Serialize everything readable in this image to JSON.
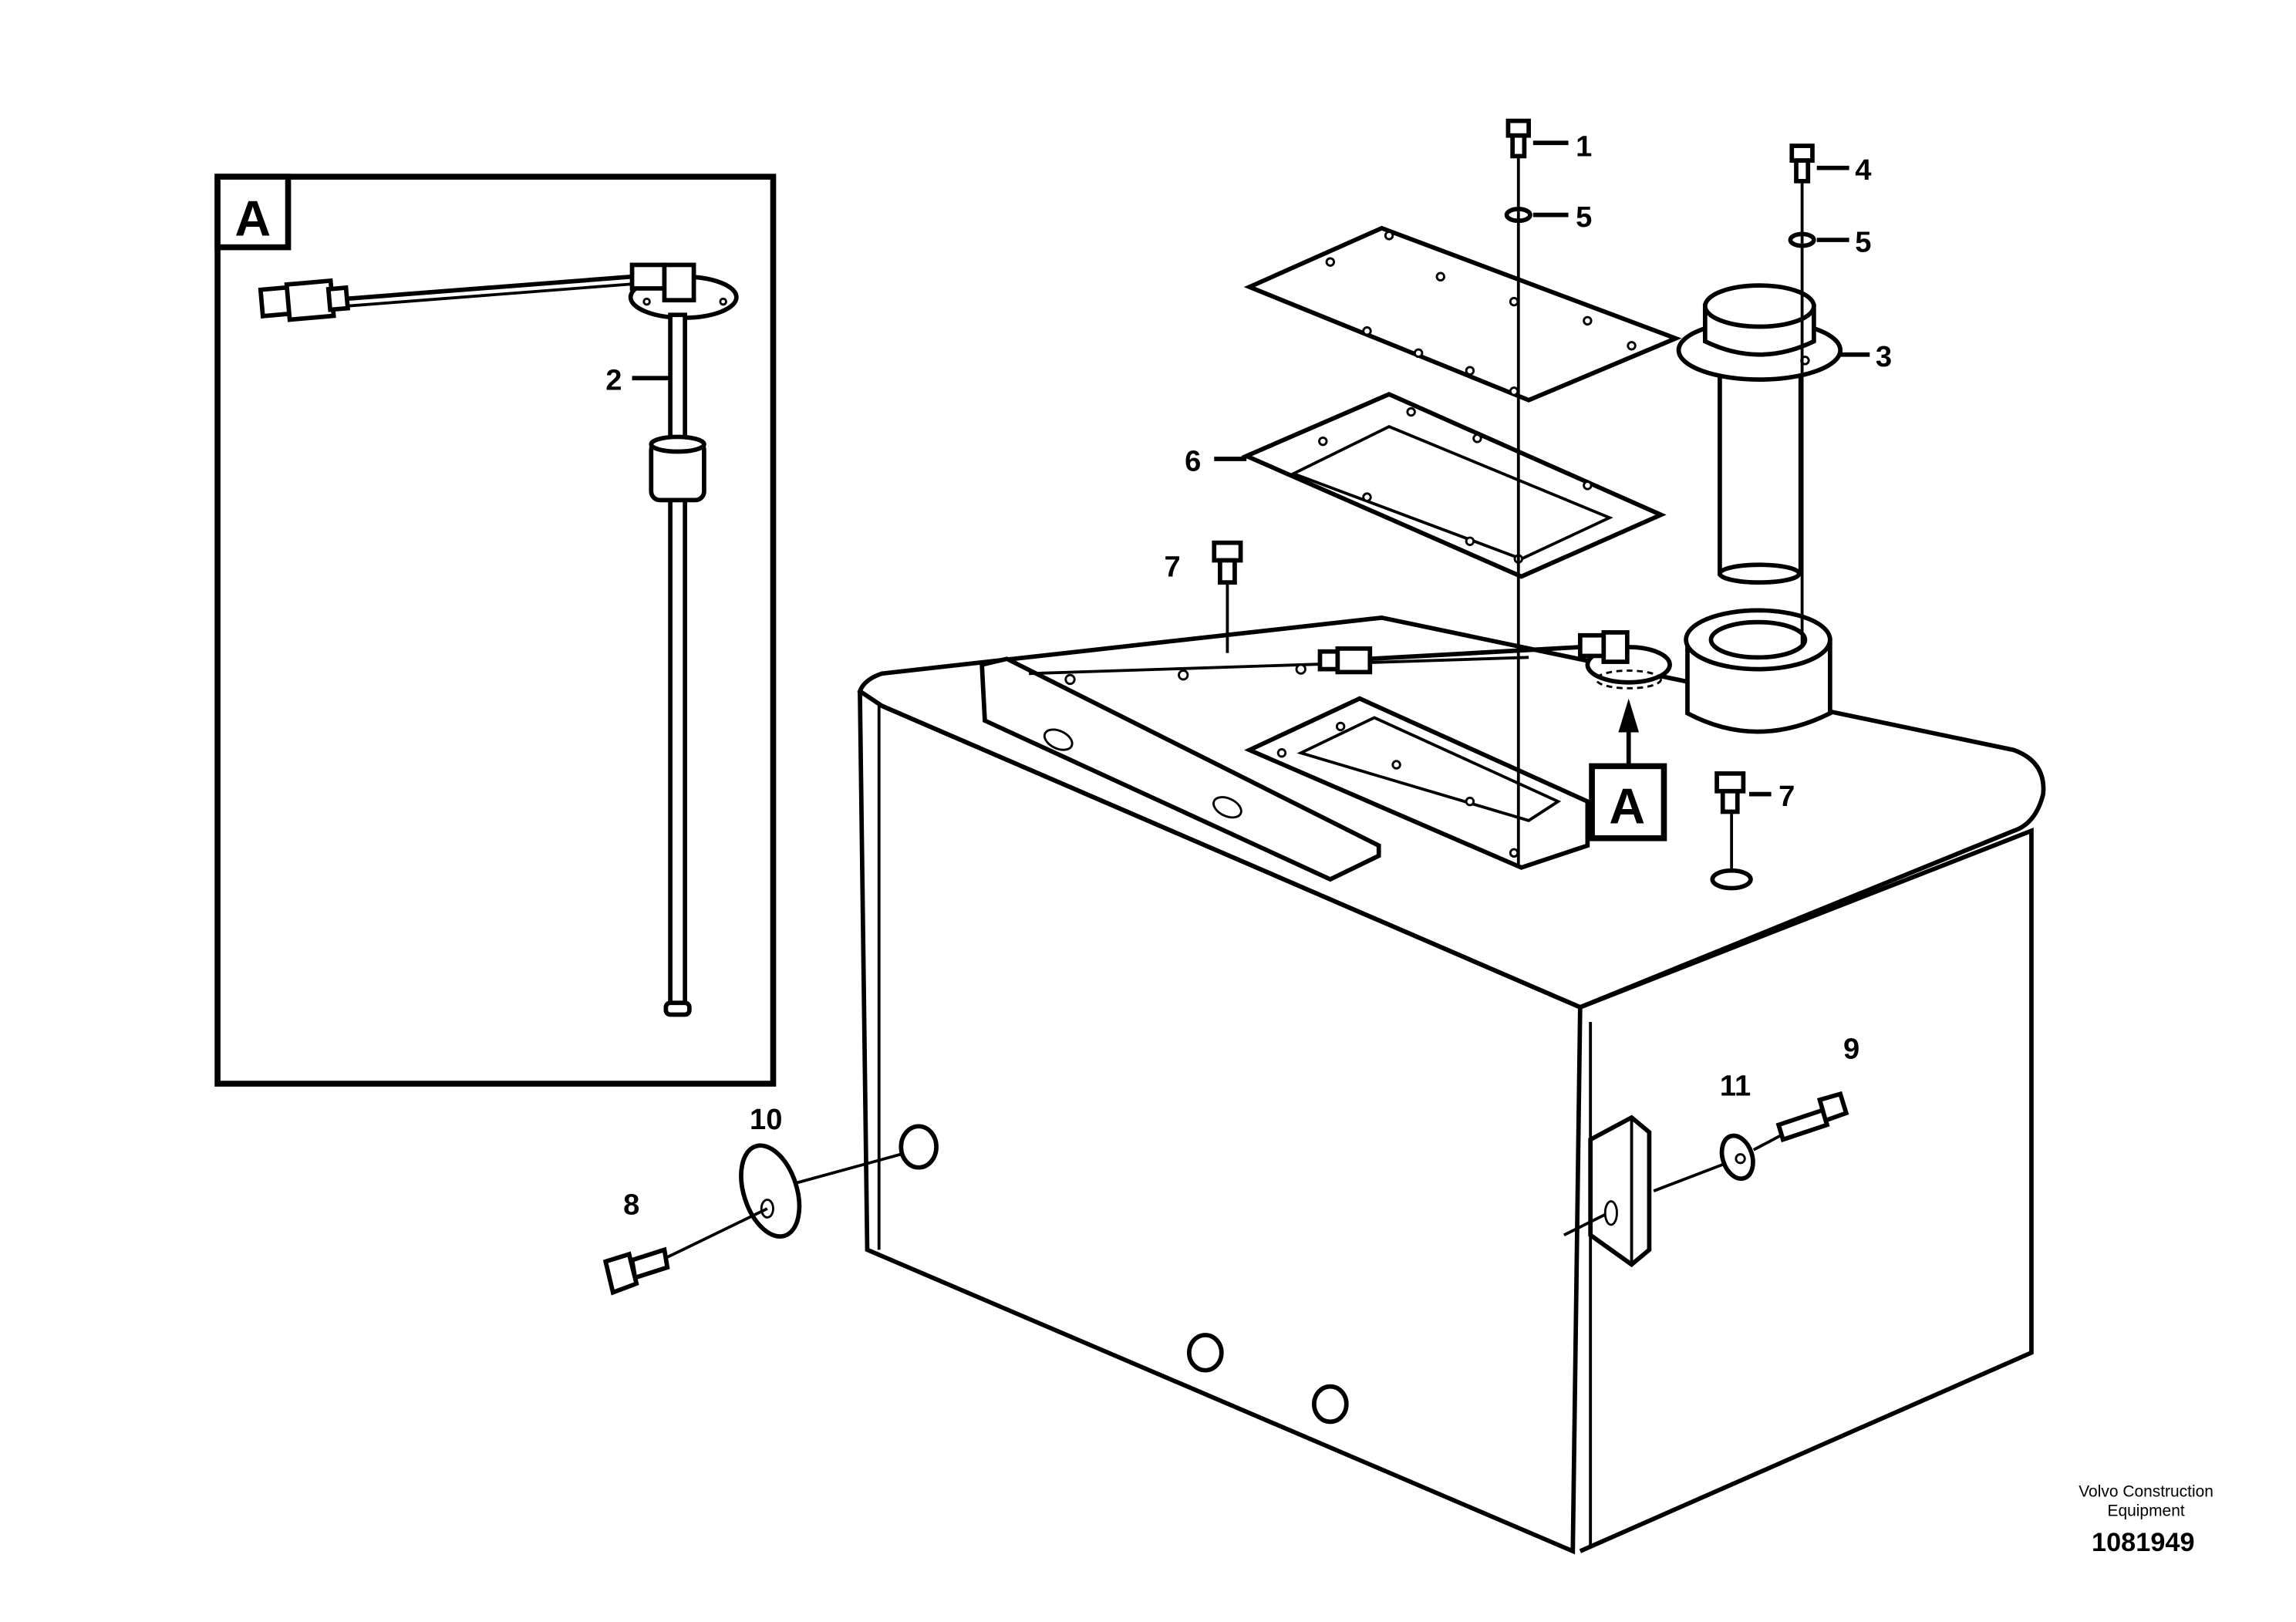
{
  "detail": {
    "label": "A"
  },
  "callouts": {
    "c1": "1",
    "c2": "2",
    "c3": "3",
    "c4": "4",
    "c5a": "5",
    "c5b": "5",
    "c6": "6",
    "c7a": "7",
    "c7b": "7",
    "c8": "8",
    "c9": "9",
    "c10": "10",
    "c11": "11"
  },
  "reference_marker": {
    "label": "A"
  },
  "footer": {
    "brand_line1": "Volvo Construction",
    "brand_line2": "Equipment",
    "drawing_number": "1081949"
  }
}
